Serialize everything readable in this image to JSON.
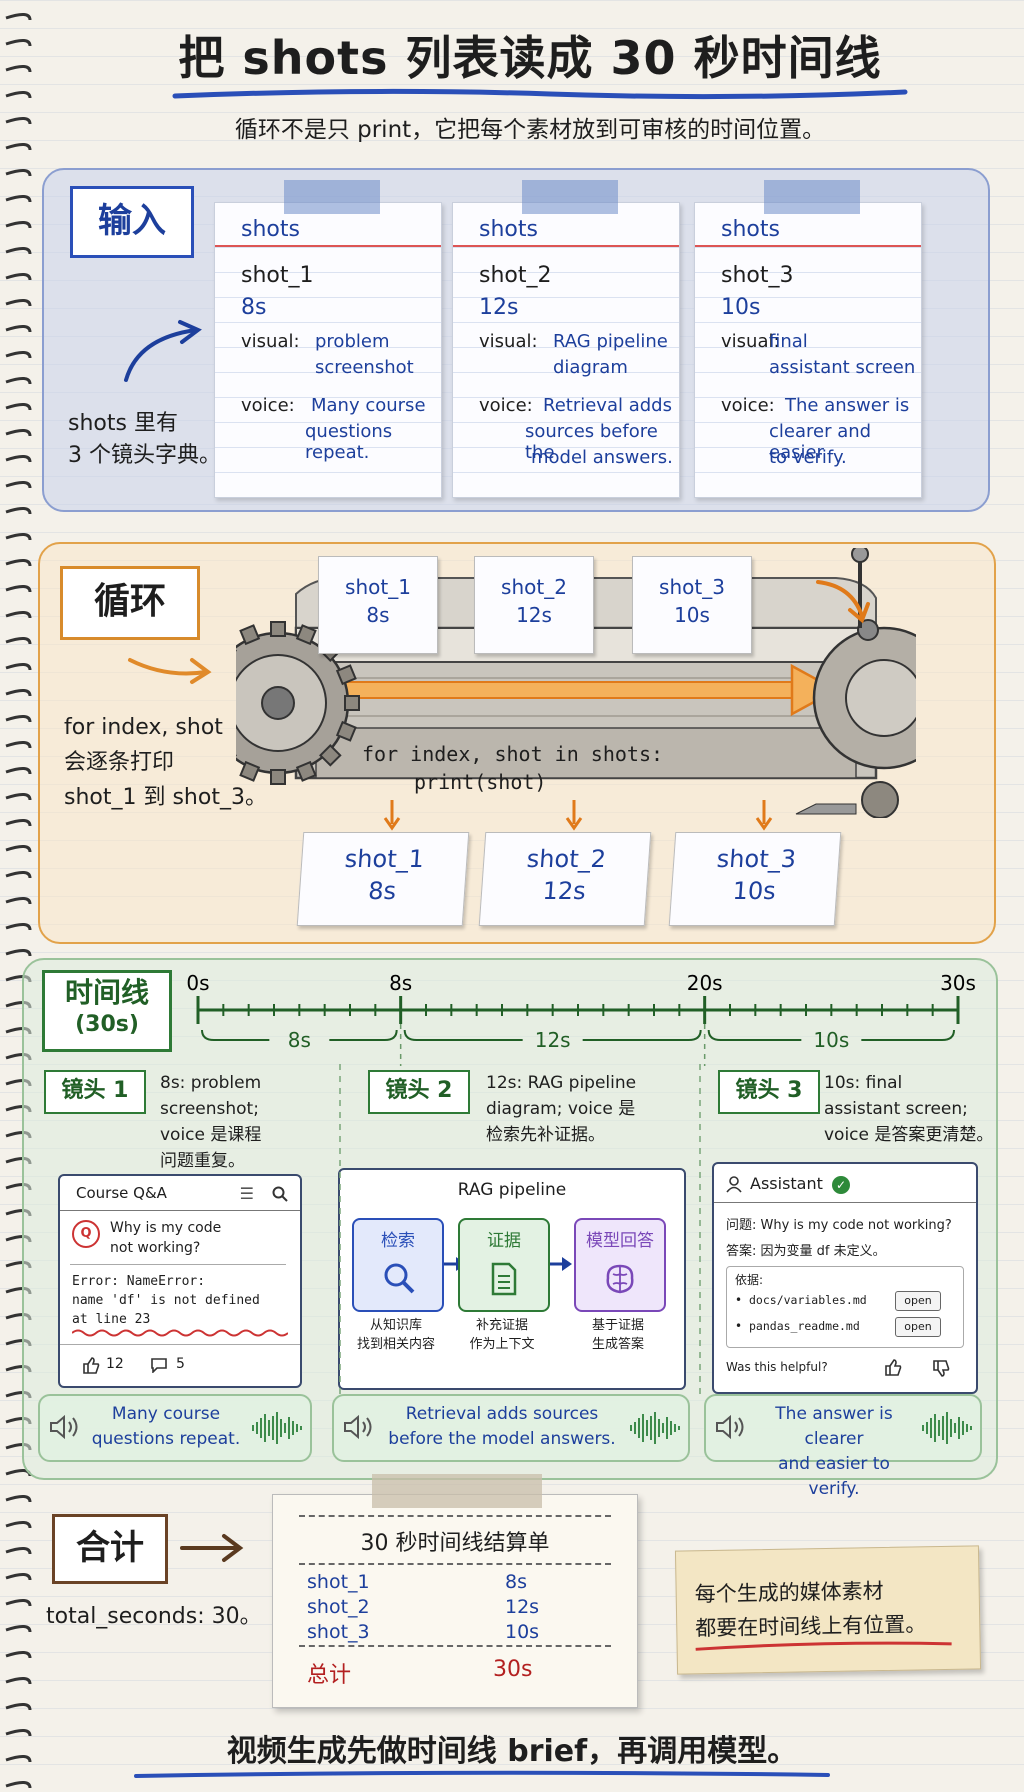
{
  "title": "把 shots 列表读成 30 秒时间线",
  "subtitle": "循环不是只 print，它把每个素材放到可审核的时间位置。",
  "input": {
    "label": "输入",
    "note_line1": "shots 里有",
    "note_line2": "3 个镜头字典。",
    "cards": [
      {
        "header": "shots",
        "name": "shot_1",
        "duration": "8s",
        "visual_key": "visual:",
        "visual_l1": "problem",
        "visual_l2": "screenshot",
        "voice_key": "voice:",
        "voice_l1": "Many course",
        "voice_l2": "questions repeat.",
        "voice_l3": ""
      },
      {
        "header": "shots",
        "name": "shot_2",
        "duration": "12s",
        "visual_key": "visual:",
        "visual_l1": "RAG pipeline",
        "visual_l2": "diagram",
        "voice_key": "voice:",
        "voice_l1": "Retrieval adds",
        "voice_l2": "sources before the",
        "voice_l3": "model answers."
      },
      {
        "header": "shots",
        "name": "shot_3",
        "duration": "10s",
        "visual_key": "visual:",
        "visual_l1": "final",
        "visual_l2": "assistant screen",
        "voice_key": "voice:",
        "voice_l1": "The answer is",
        "voice_l2": "clearer and easier",
        "voice_l3": "to verify."
      }
    ]
  },
  "loop": {
    "label": "循环",
    "note_line1": "for index, shot",
    "note_line2": "会逐条打印",
    "note_line3": "shot_1 到 shot_3。",
    "code_line1": "for index, shot in shots:",
    "code_line2": "print(shot)",
    "in_cards": [
      {
        "name": "shot_1",
        "duration": "8s"
      },
      {
        "name": "shot_2",
        "duration": "12s"
      },
      {
        "name": "shot_3",
        "duration": "10s"
      }
    ],
    "out_strips": [
      {
        "name": "shot_1",
        "duration": "8s"
      },
      {
        "name": "shot_2",
        "duration": "12s"
      },
      {
        "name": "shot_3",
        "duration": "10s"
      }
    ]
  },
  "timeline": {
    "label_line1": "时间线",
    "label_line2": "(30s)",
    "ticks": [
      "0s",
      "8s",
      "20s",
      "30s"
    ],
    "spans": [
      "8s",
      "12s",
      "10s"
    ],
    "shots": [
      {
        "label": "镜头 1",
        "desc_l1": "8s: problem",
        "desc_l2": "screenshot;",
        "desc_l3": "voice 是课程",
        "desc_l4": "问题重复。"
      },
      {
        "label": "镜头 2",
        "desc_l1": "12s: RAG pipeline",
        "desc_l2": "diagram; voice 是",
        "desc_l3": "检索先补证据。",
        "desc_l4": ""
      },
      {
        "label": "镜头 3",
        "desc_l1": "10s: final",
        "desc_l2": "assistant screen;",
        "desc_l3": "voice 是答案更清楚。",
        "desc_l4": ""
      }
    ],
    "panel1": {
      "title": "Course Q&A",
      "question_l1": "Why is my code",
      "question_l2": "not working?",
      "error_l1": "Error: NameError:",
      "error_l2": "name 'df' is not defined",
      "error_l3": "at line 23",
      "likes": "12",
      "comments": "5"
    },
    "panel2": {
      "title": "RAG pipeline",
      "steps": [
        {
          "label": "检索",
          "cap_l1": "从知识库",
          "cap_l2": "找到相关内容"
        },
        {
          "label": "证据",
          "cap_l1": "补充证据",
          "cap_l2": "作为上下文"
        },
        {
          "label": "模型回答",
          "cap_l1": "基于证据",
          "cap_l2": "生成答案"
        }
      ]
    },
    "panel3": {
      "title": "Assistant",
      "question": "问题: Why is my code not working?",
      "answer": "答案: 因为变量 df 未定义。",
      "basis": "依据:",
      "files": [
        {
          "name": "docs/variables.md",
          "action": "open"
        },
        {
          "name": "pandas_readme.md",
          "action": "open"
        }
      ],
      "feedback": "Was this helpful?"
    },
    "voices": [
      {
        "l1": "Many course",
        "l2": "questions repeat."
      },
      {
        "l1": "Retrieval adds sources",
        "l2": "before the model answers."
      },
      {
        "l1": "The answer is clearer",
        "l2": "and easier to verify."
      }
    ]
  },
  "total": {
    "label": "合计",
    "note": "total_seconds: 30。",
    "receipt_title": "30 秒时间线结算单",
    "rows": [
      {
        "name": "shot_1",
        "value": "8s"
      },
      {
        "name": "shot_2",
        "value": "12s"
      },
      {
        "name": "shot_3",
        "value": "10s"
      }
    ],
    "sum_label": "总计",
    "sum_value": "30s",
    "note_card_l1": "每个生成的媒体素材",
    "note_card_l2": "都要在时间线上有位置。"
  },
  "footer": "视频生成先做时间线 brief，再调用模型。",
  "colors": {
    "blue": "#1d3f9c",
    "green": "#215f26",
    "orange": "#e08a2a",
    "red": "#b32020"
  }
}
